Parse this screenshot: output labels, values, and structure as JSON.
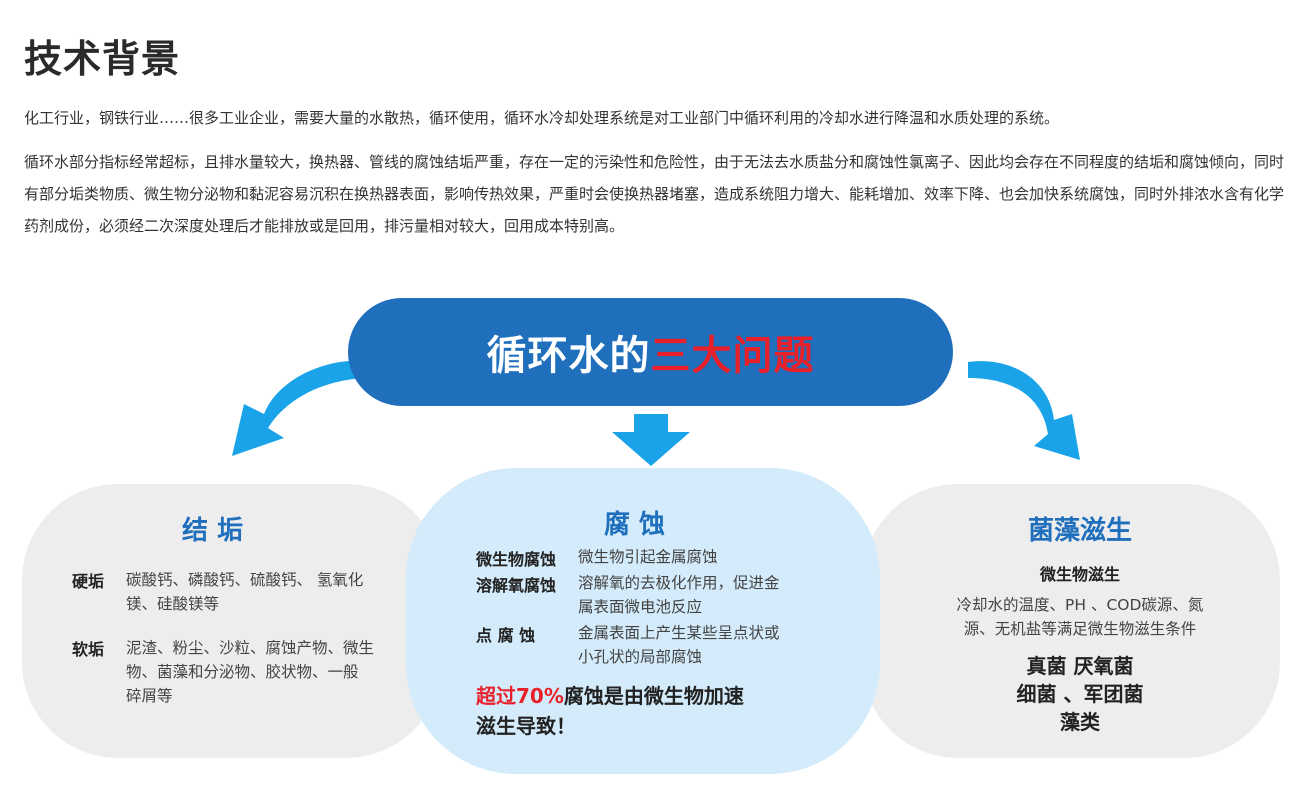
{
  "header": {
    "title": "技术背景"
  },
  "intro": {
    "paragraph1": "化工行业，钢铁行业……很多工业企业，需要大量的水散热，循环使用，循环水冷却处理系统是对工业部门中循环利用的冷却水进行降温和水质处理的系统。",
    "paragraph2": "循环水部分指标经常超标，且排水量较大，换热器、管线的腐蚀结垢严重，存在一定的污染性和危险性，由于无法去水质盐分和腐蚀性氯离子、因此均会存在不同程度的结垢和腐蚀倾向，同时有部分垢类物质、微生物分泌物和黏泥容易沉积在换热器表面，影响传热效果，严重时会使换热器堵塞，造成系统阻力增大、能耗增加、效率下降、也会加快系统腐蚀，同时外排浓水含有化学药剂成份，必须经二次深度处理后才能排放或是回用，排污量相对较大，回用成本特别高。"
  },
  "banner": {
    "prefix": "循环水的",
    "highlight": "三大问题"
  },
  "colors": {
    "accent": "#1f6fbd",
    "highlight": "#e8202a",
    "arrow": "#1aa3e8",
    "panel_gray": "#ededed",
    "panel_blue": "#d3ebfa"
  },
  "icons": [
    "curved-arrow-left-icon",
    "curved-arrow-right-icon",
    "down-arrow-icon"
  ],
  "scaling": {
    "title": "结  垢",
    "hard_label": "硬垢",
    "hard_text_1": "碳酸钙、磷酸钙、硫酸钙、 氢氧化",
    "hard_text_2": "镁、硅酸镁等",
    "soft_label": "软垢",
    "soft_text_1": "泥渣、粉尘、沙粒、腐蚀产物、微生",
    "soft_text_2": "物、菌藻和分泌物、胶状物、一般",
    "soft_text_3": "碎屑等"
  },
  "corrosion": {
    "title": "腐  蚀",
    "item1_label": "微生物腐蚀",
    "item1_text": "微生物引起金属腐蚀",
    "item2_label": "溶解氧腐蚀",
    "item2_text_1": "溶解氧的去极化作用，促进金",
    "item2_text_2": "属表面微电池反应",
    "item3_label": "点 腐 蚀",
    "item3_text_1": "金属表面上产生某些呈点状或",
    "item3_text_2": "小孔状的局部腐蚀",
    "conclusion_highlight": "超过70%",
    "conclusion_line1_rest": "腐蚀是由微生物加速",
    "conclusion_line2": "滋生导致！"
  },
  "biological": {
    "title": "菌藻滋生",
    "subtitle": "微生物滋生",
    "text_1": "冷却水的温度、PH 、COD碳源、氮",
    "text_2": "源、无机盐等满足微生物滋生条件",
    "organism_1": "真菌 厌氧菌",
    "organism_2": "细菌 、军团菌",
    "organism_3": "藻类"
  }
}
